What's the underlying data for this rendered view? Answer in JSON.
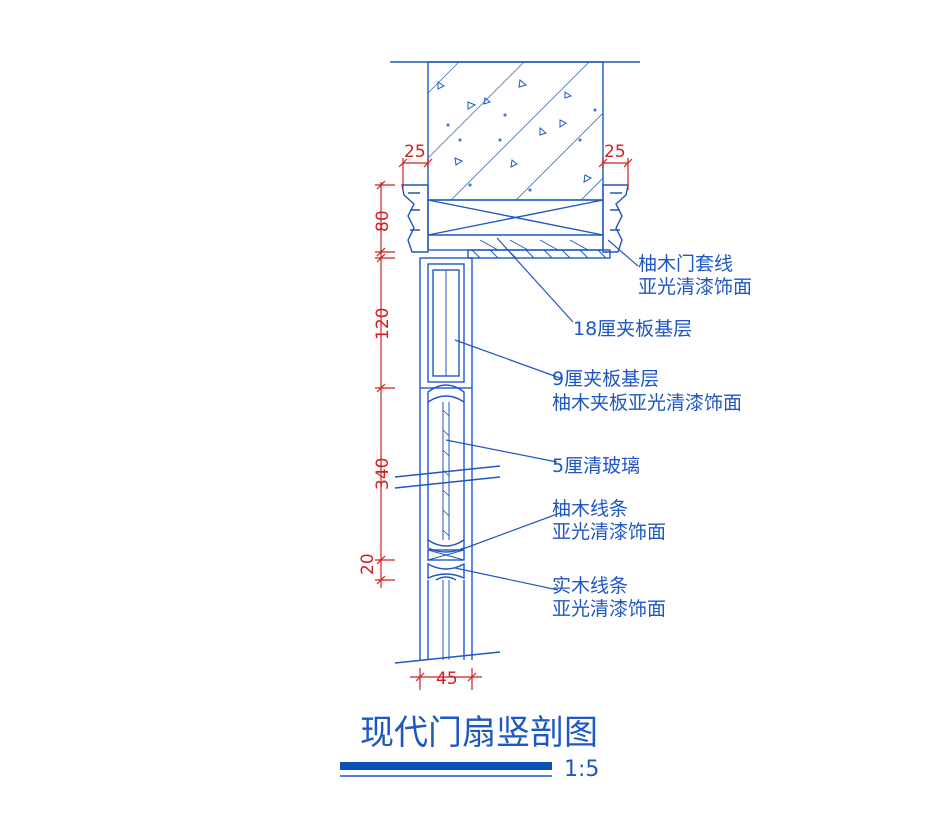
{
  "title": "现代门扇竖剖图",
  "scale": "1:5",
  "colors": {
    "line": "#1f57c3",
    "dimension": "#d21e1e",
    "title_bar": "#0a4fb4"
  },
  "dimensions": {
    "top_left": "25",
    "top_right": "25",
    "v1": "80",
    "v2": "120",
    "v3": "340",
    "v4": "20",
    "bottom": "45"
  },
  "annotations": {
    "a1_line1": "柚木门套线",
    "a1_line2": "亚光清漆饰面",
    "a2_line1": "18厘夹板基层",
    "a3_line1": "9厘夹板基层",
    "a3_line2": "柚木夹板亚光清漆饰面",
    "a4_line1": "5厘清玻璃",
    "a5_line1": "柚木线条",
    "a5_line2": "亚光清漆饰面",
    "a6_line1": "实木线条",
    "a6_line2": "亚光清漆饰面"
  }
}
